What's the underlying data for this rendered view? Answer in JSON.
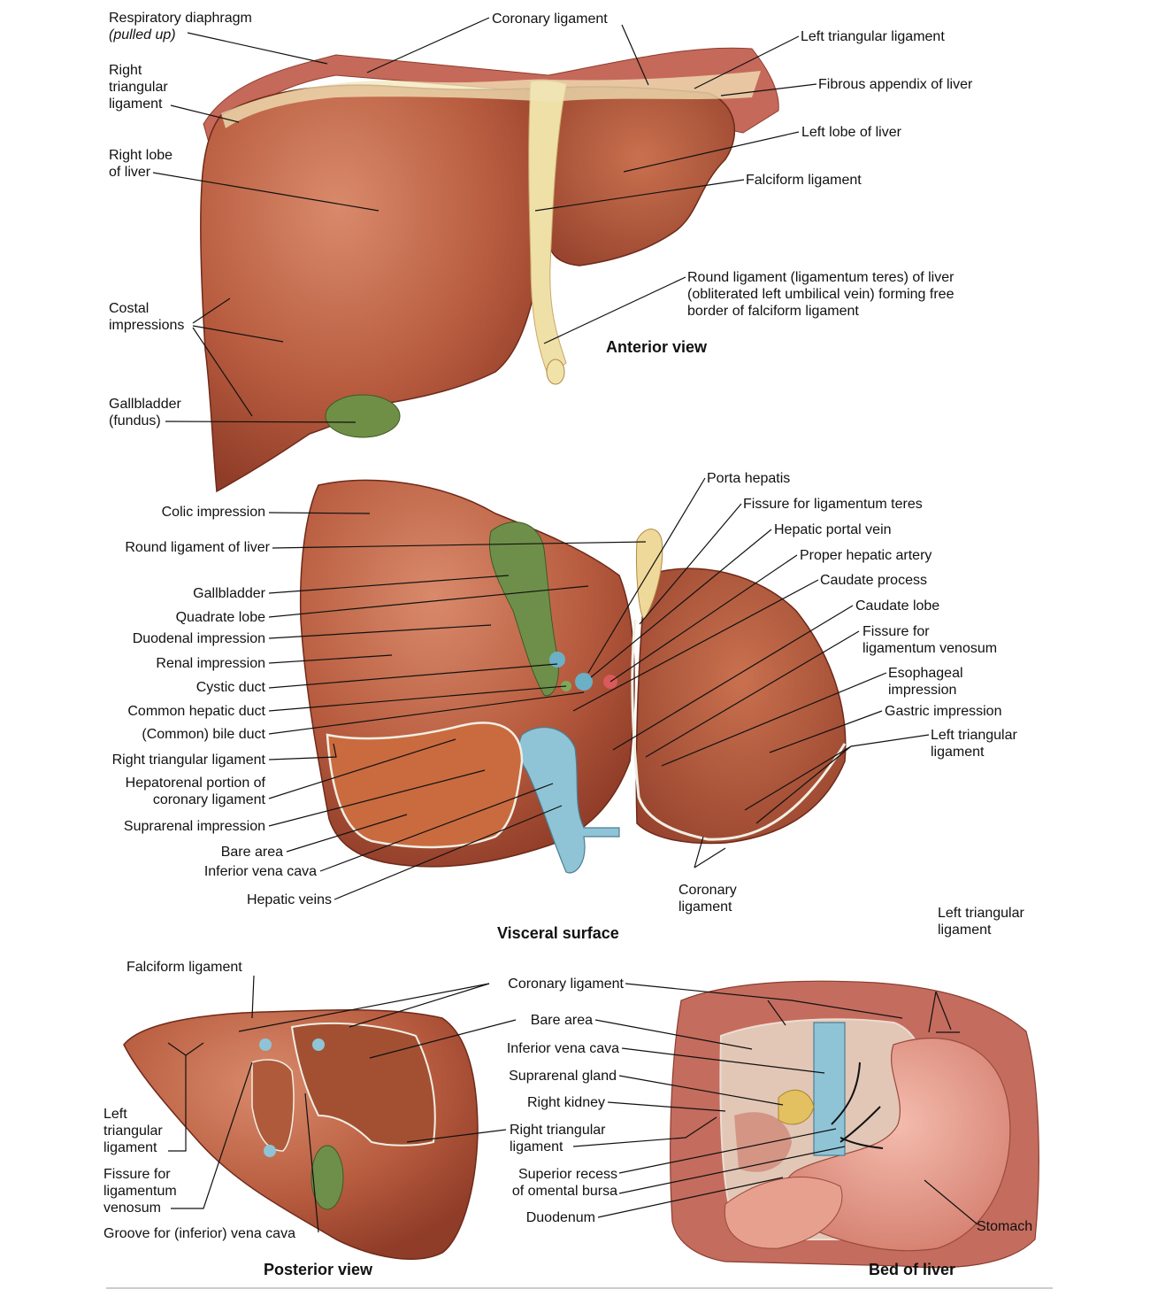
{
  "colors": {
    "liver": "#b65a3e",
    "liver_light": "#cf7a5c",
    "liver_dark": "#8f3c28",
    "ligament": "#efe2b0",
    "gallbladder": "#6e8f4a",
    "vena_cava": "#8fc4d6",
    "diaphragm": "#c06b5c",
    "stomach": "#e59a8c",
    "kidney": "#d88878"
  },
  "anterior": {
    "title": "Anterior view",
    "labels": {
      "diaphragm": "Respiratory diaphragm",
      "diaphragm_note": "(pulled up)",
      "coronary": "Coronary ligament",
      "left_tri": "Left triangular ligament",
      "fibrous": "Fibrous appendix of liver",
      "right_tri_1": "Right",
      "right_tri_2": "triangular",
      "right_tri_3": "ligament",
      "left_lobe": "Left lobe of liver",
      "right_lobe_1": "Right lobe",
      "right_lobe_2": "of liver",
      "falciform": "Falciform ligament",
      "round_1": "Round ligament (ligamentum teres) of liver",
      "round_2": "(obliterated left umbilical vein) forming free",
      "round_3": "border of falciform ligament",
      "costal_1": "Costal",
      "costal_2": "impressions",
      "gb_1": "Gallbladder",
      "gb_2": "(fundus)"
    }
  },
  "visceral": {
    "title": "Visceral surface",
    "labels": {
      "colic": "Colic impression",
      "round": "Round ligament of liver",
      "gallbladder": "Gallbladder",
      "quadrate": "Quadrate lobe",
      "duodenal": "Duodenal impression",
      "renal": "Renal impression",
      "cystic": "Cystic duct",
      "common_hepatic": "Common hepatic duct",
      "bile": "(Common) bile duct",
      "right_tri": "Right triangular ligament",
      "hepatorenal_1": "Hepatorenal portion of",
      "hepatorenal_2": "coronary ligament",
      "suprarenal": "Suprarenal impression",
      "bare": "Bare area",
      "ivc": "Inferior vena cava",
      "hepatic_veins": "Hepatic veins",
      "porta": "Porta hepatis",
      "fissure_teres": "Fissure for ligamentum teres",
      "portal_vein": "Hepatic portal vein",
      "hepatic_artery": "Proper hepatic artery",
      "caudate_process": "Caudate process",
      "caudate_lobe": "Caudate lobe",
      "fissure_venosum_1": "Fissure for",
      "fissure_venosum_2": "ligamentum venosum",
      "esophageal_1": "Esophageal",
      "esophageal_2": "impression",
      "gastric": "Gastric impression",
      "left_tri_1": "Left triangular",
      "left_tri_2": "ligament",
      "coronary_1": "Coronary",
      "coronary_2": "ligament"
    }
  },
  "posterior": {
    "title": "Posterior view",
    "labels": {
      "falciform": "Falciform ligament",
      "left_tri_1": "Left",
      "left_tri_2": "triangular",
      "left_tri_3": "ligament",
      "fissure_1": "Fissure for",
      "fissure_2": "ligamentum",
      "fissure_3": "venosum",
      "groove": "Groove for (inferior) vena cava"
    }
  },
  "bed": {
    "title": "Bed of liver",
    "labels": {
      "left_tri_1": "Left triangular",
      "left_tri_2": "ligament",
      "coronary": "Coronary ligament",
      "bare": "Bare area",
      "ivc": "Inferior vena cava",
      "suprarenal": "Suprarenal gland",
      "kidney": "Right kidney",
      "right_tri_1": "Right triangular",
      "right_tri_2": "ligament",
      "recess_1": "Superior recess",
      "recess_2": "of omental bursa",
      "duodenum": "Duodenum",
      "stomach": "Stomach"
    }
  }
}
